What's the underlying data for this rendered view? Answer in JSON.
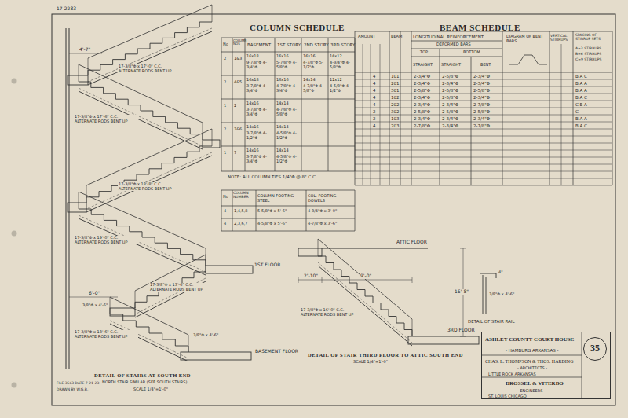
{
  "diagram": {
    "nodes": [
      {
        "text": [
          "ASHLEY COUNTY COURT HOUSE",
          "- HAMBURG ARKANSAS -",
          "CHAS. L. THOMPSON & THOS. HARDING",
          "- ARCHITECTS -",
          "LITTLE ROCK ARKANSAS",
          "DROSSEL & VITERBO",
          "- ENGINEERS -",
          "ST. LOUIS CHICAGO"
        ]
      },
      {
        "text": [
          "35"
        ],
        "in": 0
      }
    ],
    "labels": [
      "COLUMN SCHEDULE",
      "No",
      "COLUMN NOS",
      "BASEMENT",
      "1ST STORY",
      "2ND STORY",
      "3RD STORY",
      "2",
      "1&3",
      "16x18",
      "9-7/8\"Φ 4-3/4\"Φ",
      "16x16",
      "5-7/8\"Φ 4-5/8\"Φ",
      "16x16",
      "4-7/8\"Φ 5-1/2\"Φ",
      "16x12",
      "4-3/4\"Φ 4-5/8\"Φ",
      "2",
      "4&5",
      "16x18",
      "3-7/8\"Φ 4-3/4\"Φ",
      "16x16",
      "4-7/8\"Φ 4-3/4\"Φ",
      "14x14",
      "4-7/8\"Φ 4-5/8\"Φ",
      "12x12",
      "4-5/8\"Φ 4-1/2\"Φ",
      "1",
      "2",
      "14x16",
      "3-7/8\"Φ 4-3/4\"Φ",
      "14x14",
      "4-7/8\"Φ 4-5/8\"Φ",
      "2",
      "3&6",
      "14x16",
      "3-7/8\"Φ 4-1/2\"Φ",
      "14x14",
      "4-5/8\"Φ 4-1/2\"Φ",
      "1",
      "7",
      "14x16",
      "3-7/8\"Φ 4-3/4\"Φ",
      "14x14",
      "4-5/8\"Φ 4-1/2\"Φ",
      "NOTE: ALL COLUMN TIES 1/4\"Φ @ 8\" C.C.",
      "No",
      "COLUMN NUMBER",
      "COLUMN FOOTING STEEL",
      "COL. FOOTING DOWELS",
      "4",
      "1,4,5,8",
      "5-5/8\"Φ x 5'-6\"",
      "4-3/4\"Φ x 3'-0\"",
      "4",
      "2,3,6,7",
      "4-5/8\"Φ x 5'-6\"",
      "4-7/8\"Φ x 3'-6\"",
      "BEAM SCHEDULE",
      "AMOUNT",
      "BEAM",
      "LONGITUDINAL REINFORCEMENT",
      "DEFORMED BARS",
      "TOP",
      "BOTTOM",
      "STRAIGHT",
      "STRAIGHT",
      "BENT",
      "DIAGRAM OF BENT BARS",
      "VERTICAL STIRRUPS",
      "SPACING OF STIRRUP SETS",
      "A=3 STIRRUPS",
      "B=6 STIRRUPS",
      "C=9 STIRRUPS",
      "4",
      "101",
      "2-3/4\"Φ",
      "2-5/8\"Φ",
      "2-3/4\"Φ",
      "B A C",
      "4",
      "201",
      "2-3/4\"Φ",
      "2-3/4\"Φ",
      "2-3/4\"Φ",
      "B A A",
      "4",
      "301",
      "2-5/8\"Φ",
      "2-5/8\"Φ",
      "2-5/8\"Φ",
      "B A A",
      "4",
      "102",
      "2-3/4\"Φ",
      "2-5/8\"Φ",
      "2-3/4\"Φ",
      "B A C",
      "4",
      "202",
      "2-3/4\"Φ",
      "2-3/4\"Φ",
      "2-7/8\"Φ",
      "C B A",
      "2",
      "302",
      "2-5/8\"Φ",
      "2-5/8\"Φ",
      "2-5/8\"Φ",
      "C",
      "2",
      "103",
      "2-3/4\"Φ",
      "2-3/4\"Φ",
      "2-3/4\"Φ",
      "B A A",
      "4",
      "203",
      "2-7/8\"Φ",
      "2-3/4\"Φ",
      "2-7/8\"Φ",
      "B A C",
      "4'-7\"",
      "17-3/8\"Φ x 17'-0\" C.C. ALTERNATE RODS BENT UP",
      "17-3/8\"Φ x 17'-6\" C.C. ALTERNATE RODS BENT UP",
      "17-3/8\"Φ x 18'-8\" C.C. ALTERNATE RODS BENT UP",
      "17-3/8\"Φ x 19'-0\" C.C. ALTERNATE RODS BENT UP",
      "17-3/8\"Φ x 13'-6\" C.C. ALTERNATE RODS BENT UP",
      "17-3/8\"Φ x 13'-6\" C.C. ALTERNATE RODS BENT UP",
      "6'-0\"",
      "3/8\"Φ x 4'-6\"",
      "3/8\"Φ x 4'-6\"",
      "1ST FLOOR",
      "BASEMENT FLOOR",
      "DETAIL OF STAIRS AT SOUTH END",
      "NORTH STAIR SIMILAR (SEE SOUTH STAIRS)",
      "SCALE 1/4\"=1'-0\"",
      "ATTIC FLOOR",
      "2'-10\"",
      "9'-0\"",
      "16'-8\"",
      "17-3/8\"Φ x 16'-0\" C.C. ALTERNATE RODS BENT UP",
      "3RD FLOOR",
      "DETAIL OF STAIR THIRD FLOOR TO ATTIC SOUTH END",
      "SCALE 1/4\"=1'-0\"",
      "4\"",
      "3/8\"Φ x 4'-6\"",
      "DETAIL OF STAIR RAIL",
      "FILE 3563 DATE 7-21-23",
      "DRAWN BY W.G.B.",
      "17-2283"
    ]
  }
}
